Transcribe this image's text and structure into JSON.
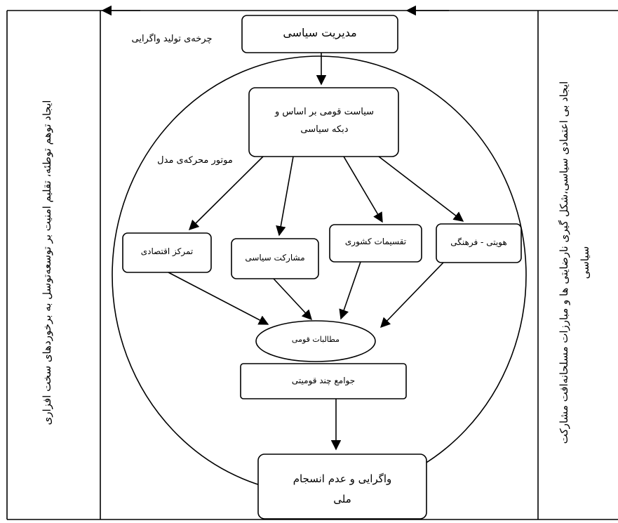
{
  "header": {
    "cycle_label": "چرخه‌ی تولید واگرایی"
  },
  "nodes": {
    "political_management": "مدیریت سیاسی",
    "ethnic_policy": "سیاست قومی بر اساس و دبکه سیاسی",
    "engine_label": "موتور محرکه‌ی مدل",
    "economic_centralization": "تمرکز اقتصادی",
    "political_participation": "مشارکت سیاسی",
    "country_divisions": "تقسیمات کشوری",
    "identity_cultural": "هویتی - فرهنگی",
    "ethnic_demands": "مطالبات قومی",
    "multi_ethnic_societies": "جوامع چند قومیتی",
    "divergence": "واگرایی و عدم انسجام ملی"
  },
  "sides": {
    "left": "ایجاد توهم توطئه، تقلیم امنیت بر توسعه‌توسل به برخوردهای سخت افزاری",
    "right_line1": "ایجاد بی اعتمادی سیاسی،شکل گیری نارضایتی ها و مبارزات مسلحانه‌افت مشارکت",
    "right_line2": "سیاسی"
  }
}
